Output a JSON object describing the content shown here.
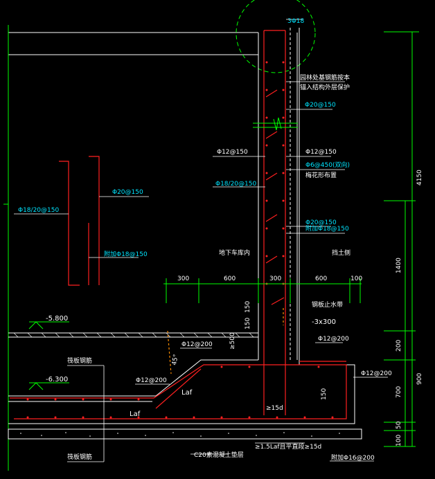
{
  "colors": {
    "background": "#000000",
    "outline": "#ffffff",
    "rebar": "#ff2020",
    "dimension": "#00ff00",
    "annotation": "#00e5ff",
    "accent": "#ff8c00"
  },
  "labels": {
    "top_bar": "3Φ18",
    "anchor_note_1": "园林处基钢筋按本",
    "anchor_note_2": "锚入结构外层保护",
    "v1": "Φ20@150",
    "h1": "Φ12@150",
    "h2": "Φ12@150",
    "tie": "Φ6@450(双向)",
    "tie_note": "梅花形布置",
    "v_inner": "Φ18/20@150",
    "v_out1": "Φ20@150",
    "v_out2": "附加Φ18@150",
    "side_v": "Φ20@150",
    "side_add": "附加Φ18@150",
    "left_bar": "Φ18/20@150",
    "inside": "地下车库内",
    "outside": "挡土侧",
    "waterstop": "钢板止水带",
    "waterstop_size": "-3x300",
    "elev1": "-5.800",
    "elev2": "-6.300",
    "slab_top": "Φ12@200",
    "slab_bot": "Φ12@200",
    "slab_left": "Φ12@200",
    "footing_side": "Φ12@200",
    "laf1": "Laf",
    "laf2": "Laf",
    "dia45": "≥15d",
    "anchor_len": "≥1.5Laf且平直段≥15d",
    "bottom_add": "附加Φ16@200",
    "concrete": "C20素混凝土垫层",
    "col_note_1": "筏板钢筋",
    "col_note_2": "筏板钢筋",
    "angle": "45°",
    "small500": "≥500"
  },
  "dimensions": {
    "top": [
      "300",
      "600",
      "300",
      "600",
      "100"
    ],
    "right": [
      "4150",
      "1400",
      "200",
      "900",
      "700",
      "50",
      "100"
    ],
    "right_small": "150",
    "side_150a": "150",
    "side_150b": "150"
  }
}
